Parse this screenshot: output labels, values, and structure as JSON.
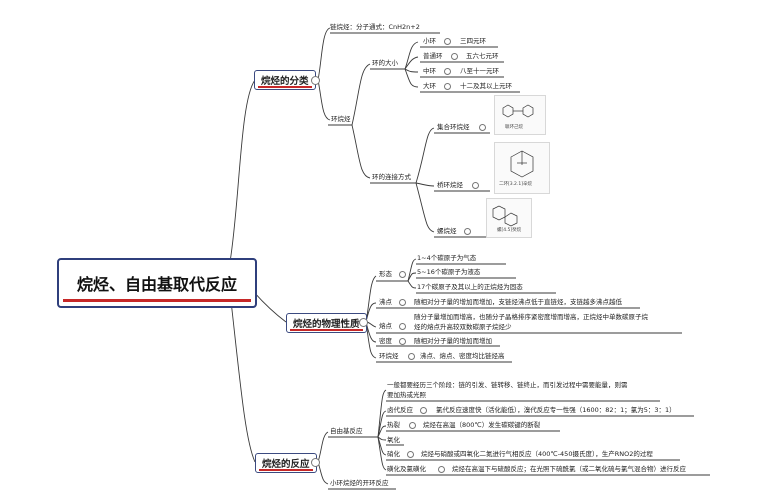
{
  "title": "烷烃、自由基取代反应",
  "branches": {
    "classification": {
      "label": "烷烃的分类",
      "chain": "链烷烃：分子通式：CnH2n+2",
      "ring": "环烷烃",
      "ring_size": {
        "label": "环的大小",
        "items": [
          {
            "name": "小环",
            "desc": "三四元环"
          },
          {
            "name": "普通环",
            "desc": "五六七元环"
          },
          {
            "name": "中环",
            "desc": "八至十一元环"
          },
          {
            "name": "大环",
            "desc": "十二及其以上元环"
          }
        ]
      },
      "ring_connect": {
        "label": "环的连接方式",
        "items": [
          {
            "name": "集合环烷烃",
            "caption": "联环己烷"
          },
          {
            "name": "桥环烷烃",
            "caption": "二环[3.2.1]辛烷"
          },
          {
            "name": "螺烷烃",
            "caption": "螺[4.5]癸烷"
          }
        ]
      }
    },
    "physical": {
      "label": "烷烃的物理性质",
      "form_label": "形态",
      "forms": [
        "1~4个碳原子为气态",
        "5~16个碳原子为液态",
        "17个碳原子及其以上的正烷烃为固态"
      ],
      "bp_label": "沸点",
      "bp": "随相对分子量的增加而增加，支链烃沸点低于直链烃，支链越多沸点越低",
      "mp_label": "熔点",
      "mp_line1": "随分子量增加而增高，也随分子晶格排序紧密度增而增高，正烷烃中单数碳原子烷",
      "mp_line2": "烃的熔点升高较双数碳原子烷烃少",
      "density_label": "密度",
      "density": "随相对分子量的增加而增加",
      "cyclo_label": "环烷烃",
      "cyclo": "沸点、熔点、密度均比链烃高"
    },
    "reactions": {
      "label": "烷烃的反应",
      "radical_label": "自由基反应",
      "intro_line1": "一般都要经历三个阶段：链的引发、链转移、链终止，而引发过程中需要能量，则需",
      "intro_line2": "要加热或光照",
      "halogen_label": "卤代反应",
      "halogen": "氯代反应速度快（活化能低），溴代反应专一性强（1600：82：1；氯为5：3：1）",
      "pyro_label": "热裂",
      "pyro": "烷烃在高温（800℃）发生碳碳键的断裂",
      "oxid_label": "氧化",
      "nitro_label": "硝化",
      "nitro": "烷烃与硝酸或四氧化二氮进行气相反应（400℃-450摄氏度），生产RNO2的过程",
      "sulfo_label": "磺化及氯磺化",
      "sulfo": "烷烃在高温下与硫酸反应；在光照下硫酰氯（或二氧化硫与氯气混合物）进行反应",
      "ring_open": "小环烷烃的开环反应"
    }
  },
  "colors": {
    "line": "#3a3a3a",
    "accent": "#c62828",
    "border": "#2f3f7c"
  }
}
